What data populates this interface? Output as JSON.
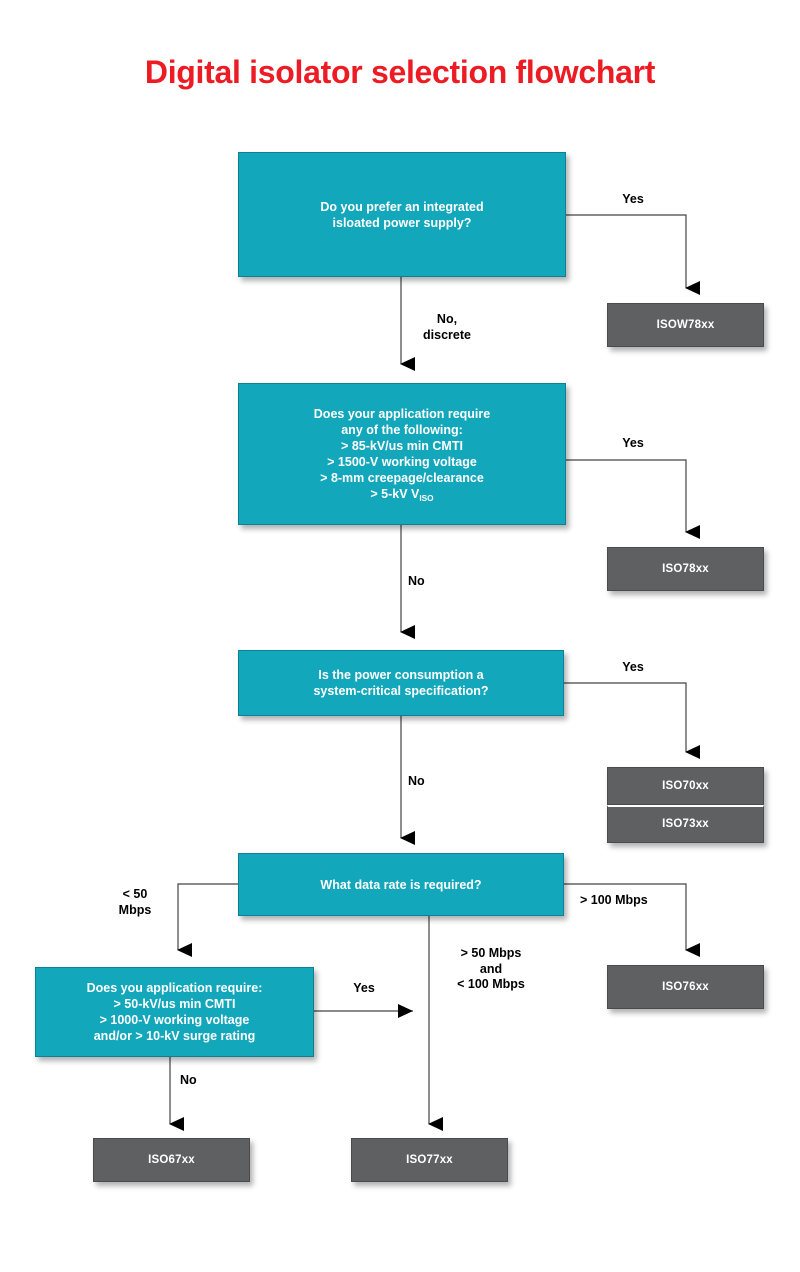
{
  "title": "Digital isolator selection flowchart",
  "theme": {
    "title_color": "#ED1C24",
    "decision_fill": "#13A7BC",
    "decision_border": "#0E8094",
    "terminal_fill": "#5F6062",
    "terminal_border": "#4A4B4D",
    "line_color": "#444444",
    "label_color": "#000000",
    "page_background": "#FFFFFF"
  },
  "decisions": {
    "d1": "Do you prefer an integrated\nisloated power supply?",
    "d2_line1": "Does your application require",
    "d2_line2": "any of the following:",
    "d2_line3": "> 85-kV/us min CMTI",
    "d2_line4": "> 1500-V working voltage",
    "d2_line5": "> 8-mm creepage/clearance",
    "d2_line6_pre": "> 5-kV V",
    "d2_line6_sub": "ISO",
    "d3": "Is the power consumption a\nsystem-critical specification?",
    "d4": "What data rate is required?",
    "d5": "Does you application require:\n> 50-kV/us min CMTI\n> 1000-V working voltage\nand/or > 10-kV surge rating"
  },
  "terminals": {
    "t_isow78xx": "ISOW78xx",
    "t_iso78xx": "ISO78xx",
    "t_iso70xx": "ISO70xx",
    "t_iso73xx": "ISO73xx",
    "t_iso76xx": "ISO76xx",
    "t_iso67xx": "ISO67xx",
    "t_iso77xx": "ISO77xx"
  },
  "edge_labels": {
    "l_yes_1": "Yes",
    "l_no_discrete": "No,\ndiscrete",
    "l_yes_2": "Yes",
    "l_no_2": "No",
    "l_yes_3": "Yes",
    "l_no_3": "No",
    "l_lt50": "< 50\nMbps",
    "l_gt100": "> 100 Mbps",
    "l_mid_rate": "> 50 Mbps\nand\n< 100 Mbps",
    "l_yes_5": "Yes",
    "l_no_5": "No"
  }
}
